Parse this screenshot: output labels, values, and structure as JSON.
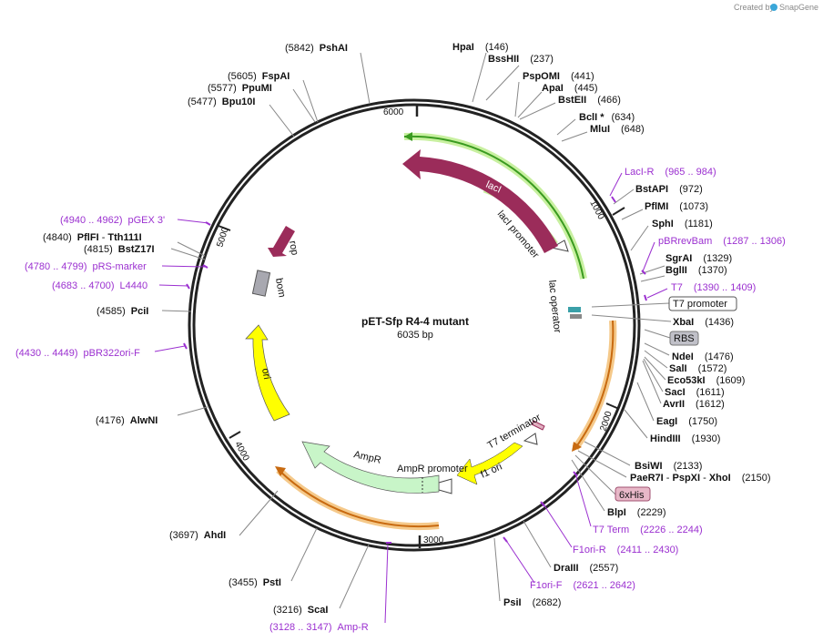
{
  "header": {
    "created_by": "Created by",
    "brand": "SnapGene"
  },
  "plasmid": {
    "name": "pET-Sfp R4-4 mutant",
    "size": "6035 bp"
  },
  "ring_ticks": [
    "1000",
    "2000",
    "3000",
    "4000",
    "5000",
    "6000"
  ],
  "features": {
    "laci": "lacI",
    "laci_promoter": "lacI promoter",
    "lac_operator": "lac operator",
    "rop": "rop",
    "bom": "bom",
    "ori": "ori",
    "ampr": "AmpR",
    "ampr_promoter": "AmpR promoter",
    "f1_ori": "f1 ori",
    "t7_terminator": "T7 terminator",
    "t7_promoter_box": "T7 promoter",
    "rbs_box": "RBS",
    "his_box": "6xHis"
  },
  "sites": [
    {
      "id": "psha",
      "pos": "(5842)",
      "name": "PshAI",
      "style": "enzyme"
    },
    {
      "id": "hpa",
      "pos": "(146)",
      "name": "HpaI",
      "style": "enzyme"
    },
    {
      "id": "bsshii",
      "pos": "(237)",
      "name": "BssHII",
      "style": "enzyme"
    },
    {
      "id": "pspomi",
      "pos": "(441)",
      "name": "PspOMI",
      "style": "enzyme"
    },
    {
      "id": "apai",
      "pos": "(445)",
      "name": "ApaI",
      "style": "enzyme"
    },
    {
      "id": "bsteii",
      "pos": "(466)",
      "name": "BstEII",
      "style": "enzyme"
    },
    {
      "id": "bcli",
      "pos": "(634)",
      "name": "BclI *",
      "style": "enzyme"
    },
    {
      "id": "mlui",
      "pos": "(648)",
      "name": "MluI",
      "style": "enzyme"
    },
    {
      "id": "fspai",
      "pos": "(5605)",
      "name": "FspAI",
      "style": "enzyme"
    },
    {
      "id": "ppumi",
      "pos": "(5577)",
      "name": "PpuMI",
      "style": "enzyme"
    },
    {
      "id": "bpu10i",
      "pos": "(5477)",
      "name": "Bpu10I",
      "style": "enzyme"
    },
    {
      "id": "laci_r",
      "pos": "(965 .. 984)",
      "name": "LacI-R",
      "style": "primer"
    },
    {
      "id": "bstapi",
      "pos": "(972)",
      "name": "BstAPI",
      "style": "enzyme"
    },
    {
      "id": "pflmi",
      "pos": "(1073)",
      "name": "PflMI",
      "style": "enzyme"
    },
    {
      "id": "sphi",
      "pos": "(1181)",
      "name": "SphI",
      "style": "enzyme"
    },
    {
      "id": "pbrrevbam",
      "pos": "(1287 .. 1306)",
      "name": "pBRrevBam",
      "style": "primer"
    },
    {
      "id": "sgrai",
      "pos": "(1329)",
      "name": "SgrAI",
      "style": "enzyme"
    },
    {
      "id": "bglii",
      "pos": "(1370)",
      "name": "BglII",
      "style": "enzyme"
    },
    {
      "id": "t7",
      "pos": "(1390 .. 1409)",
      "name": "T7",
      "style": "primer"
    },
    {
      "id": "xbai",
      "pos": "(1436)",
      "name": "XbaI",
      "style": "enzyme"
    },
    {
      "id": "ndei",
      "pos": "(1476)",
      "name": "NdeI",
      "style": "enzyme"
    },
    {
      "id": "sali",
      "pos": "(1572)",
      "name": "SalI",
      "style": "enzyme"
    },
    {
      "id": "eco53ki",
      "pos": "(1609)",
      "name": "Eco53kI",
      "style": "enzyme"
    },
    {
      "id": "saci",
      "pos": "(1611)",
      "name": "SacI",
      "style": "enzyme"
    },
    {
      "id": "avrii",
      "pos": "(1612)",
      "name": "AvrII",
      "style": "enzyme"
    },
    {
      "id": "eagi",
      "pos": "(1750)",
      "name": "EagI",
      "style": "enzyme"
    },
    {
      "id": "hindiii",
      "pos": "(1930)",
      "name": "HindIII",
      "style": "enzyme"
    },
    {
      "id": "bsiwi",
      "pos": "(2133)",
      "name": "BsiWI",
      "style": "enzyme"
    },
    {
      "id": "blpi",
      "pos": "(2229)",
      "name": "BlpI",
      "style": "enzyme"
    },
    {
      "id": "t7term",
      "pos": "(2226 .. 2244)",
      "name": "T7 Term",
      "style": "primer"
    },
    {
      "id": "f1ori_r",
      "pos": "(2411 .. 2430)",
      "name": "F1ori-R",
      "style": "primer"
    },
    {
      "id": "draiii",
      "pos": "(2557)",
      "name": "DraIII",
      "style": "enzyme"
    },
    {
      "id": "f1ori_f",
      "pos": "(2621 .. 2642)",
      "name": "F1ori-F",
      "style": "primer"
    },
    {
      "id": "psii",
      "pos": "(2682)",
      "name": "PsiI",
      "style": "enzyme"
    },
    {
      "id": "pgex3",
      "pos": "(4940 .. 4962)",
      "name": "pGEX 3'",
      "style": "primer"
    },
    {
      "id": "prs",
      "pos": "(4780 .. 4799)",
      "name": "pRS-marker",
      "style": "primer"
    },
    {
      "id": "l4440",
      "pos": "(4683 .. 4700)",
      "name": "L4440",
      "style": "primer"
    },
    {
      "id": "pcii",
      "pos": "(4585)",
      "name": "PciI",
      "style": "enzyme"
    },
    {
      "id": "pbr322",
      "pos": "(4430 .. 4449)",
      "name": "pBR322ori-F",
      "style": "primer"
    },
    {
      "id": "alwni",
      "pos": "(4176)",
      "name": "AlwNI",
      "style": "enzyme"
    },
    {
      "id": "ahdi",
      "pos": "(3697)",
      "name": "AhdI",
      "style": "enzyme"
    },
    {
      "id": "psti",
      "pos": "(3455)",
      "name": "PstI",
      "style": "enzyme"
    },
    {
      "id": "scai",
      "pos": "(3216)",
      "name": "ScaI",
      "style": "enzyme"
    },
    {
      "id": "ampr_primer",
      "pos": "(3128 .. 3147)",
      "name": "Amp-R",
      "style": "primer"
    }
  ],
  "combined_sites": {
    "pflfi": {
      "pos": "(4840)",
      "name1": "PflFI",
      "sep": " - ",
      "name2": "Tth111I"
    },
    "bstz17i": {
      "pos": "(4815)",
      "name": "BstZ17I"
    },
    "paer7i": {
      "name1": "PaeR7I",
      "sep1": " - ",
      "name2": "PspXI",
      "sep2": " - ",
      "name3": "XhoI",
      "pos": "(2150)"
    }
  },
  "colors": {
    "laci": "#9b2c5a",
    "green_glow": "#c8f0a0",
    "green_line": "#3a9b20",
    "orange_glow": "#f5c98a",
    "orange_line": "#c86a10",
    "ampr": "#c8f5c8",
    "yellow": "#ffff00",
    "purple": "#9b30d0",
    "bom": "#a8a8b0"
  }
}
